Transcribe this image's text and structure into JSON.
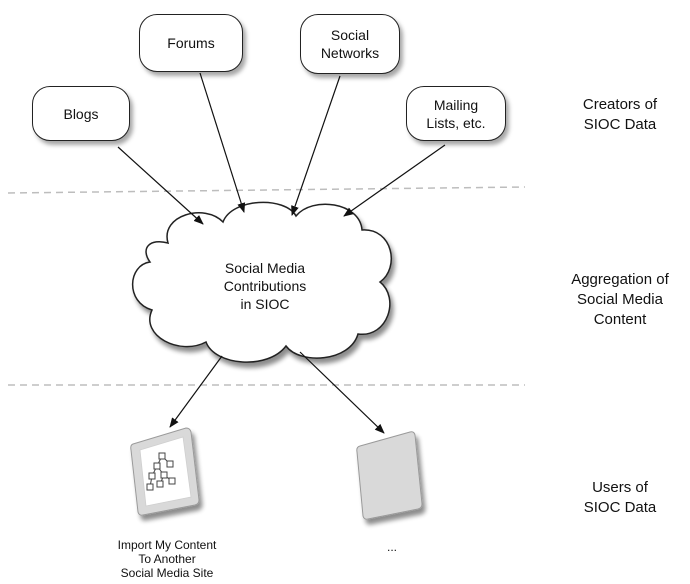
{
  "sources": {
    "blogs": "Blogs",
    "forums": "Forums",
    "social_networks": "Social\nNetworks",
    "mailing_lists": "Mailing\nLists, etc."
  },
  "aggregation": {
    "cloud_text": "Social Media\nContributions\nin SIOC"
  },
  "users": {
    "import_content": "Import My Content\nTo Another\nSocial Media Site",
    "ellipsis": "..."
  },
  "layers": {
    "creators": "Creators of\nSIOC Data",
    "aggregation": "Aggregation of\nSocial Media\nContent",
    "users": "Users of\nSIOC Data"
  },
  "colors": {
    "divider": "#bdbdbd",
    "stroke": "#222222",
    "document_fill": "#d9d9d9",
    "shadow": "#7a7a7a"
  }
}
